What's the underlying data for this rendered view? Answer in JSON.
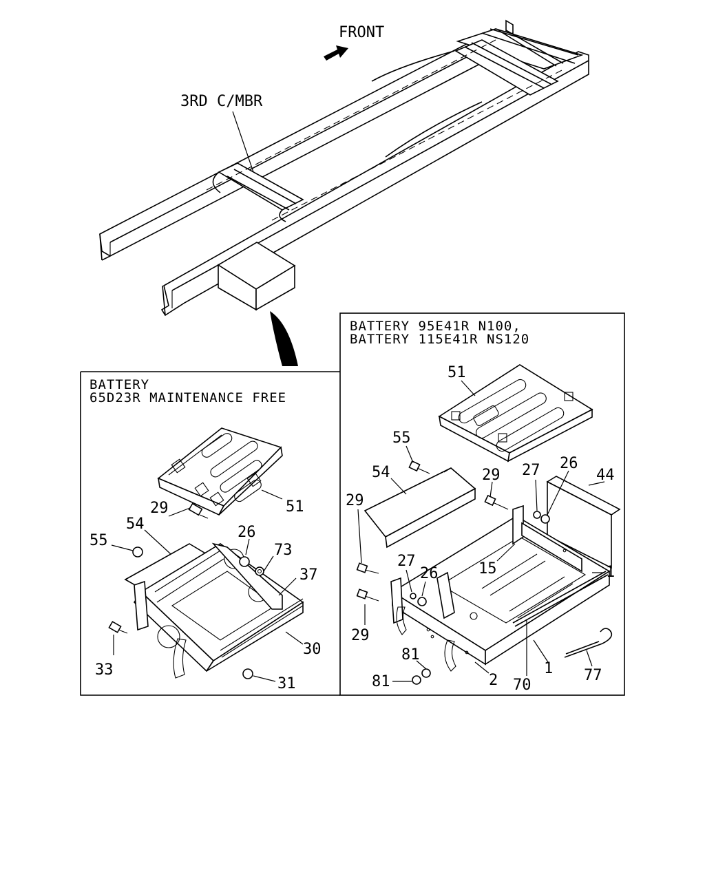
{
  "frame": {
    "front_label": "FRONT",
    "crossmember_label": "3RD C/MBR"
  },
  "left_panel": {
    "title_line1": "BATTERY",
    "title_line2": "65D23R MAINTENANCE FREE",
    "callouts": {
      "c51": "51",
      "c29": "29",
      "c54": "54",
      "c55": "55",
      "c26": "26",
      "c73": "73",
      "c37": "37",
      "c30": "30",
      "c33": "33",
      "c31": "31"
    }
  },
  "right_panel": {
    "title_line1": "BATTERY 95E41R N100,",
    "title_line2": "BATTERY 115E41R NS120",
    "callouts": {
      "c51": "51",
      "c55": "55",
      "c54": "54",
      "c29a": "29",
      "c27a": "27",
      "c26a": "26",
      "c44": "44",
      "c29b": "29",
      "c15": "15",
      "c27b": "27",
      "c26b": "26",
      "c1a": "1",
      "c29c": "29",
      "c81a": "81",
      "c81b": "81",
      "c2": "2",
      "c70": "70",
      "c1b": "1",
      "c77": "77"
    }
  }
}
